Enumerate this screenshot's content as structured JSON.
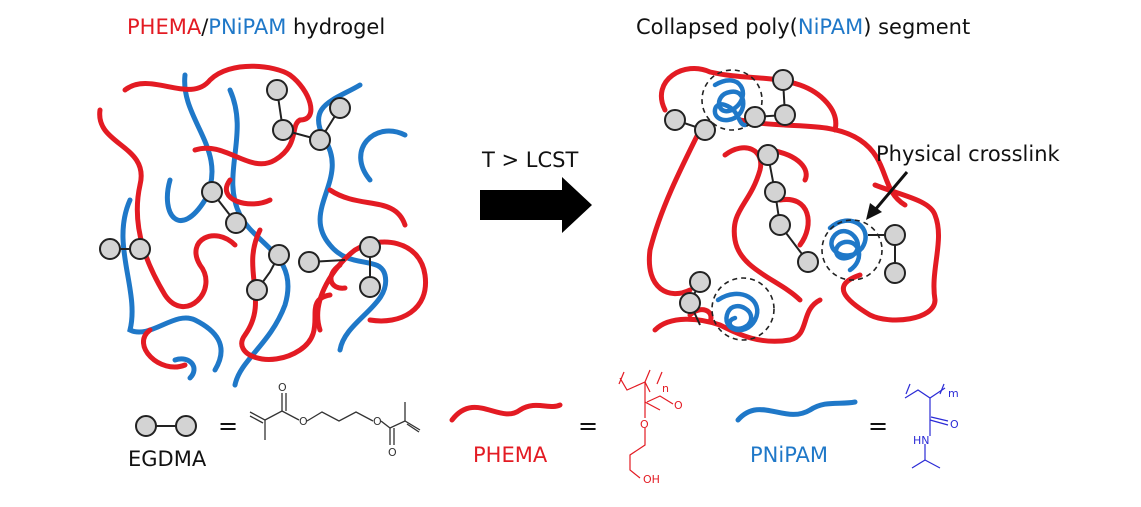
{
  "titles": {
    "left_part1": "PHEMA",
    "left_sep": "/",
    "left_part2": "PNiPAM",
    "left_part3": " hydrogel",
    "right_part1": "Collapsed poly(",
    "right_part2": "NiPAM",
    "right_part3": ") segment"
  },
  "arrow": {
    "label": "T > LCST"
  },
  "annotation": {
    "physical_crosslink": "Physical crosslink"
  },
  "legend": {
    "egdma": "EGDMA",
    "phema": "PHEMA",
    "pnipam": "PNiPAM",
    "equals": "=",
    "struct_o": "O",
    "struct_oh": "OH",
    "struct_hn": "HN",
    "struct_n": "n",
    "struct_m": "m"
  },
  "colors": {
    "phema": "#e31b23",
    "pnipam": "#1f78c8",
    "node_fill": "#d3d3d3",
    "chem_blue": "#2b2bd6",
    "text": "#111111"
  }
}
